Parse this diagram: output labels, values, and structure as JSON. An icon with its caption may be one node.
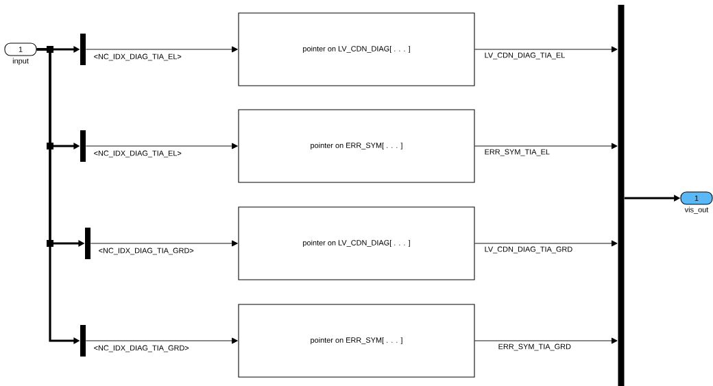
{
  "diagram": {
    "nodes": [
      {
        "text": [
          "1"
        ],
        "beside": [
          "input"
        ]
      },
      {
        "text": [],
        "shape": "bar"
      },
      {
        "text": [],
        "shape": "bar"
      },
      {
        "text": [],
        "shape": "bar"
      },
      {
        "text": [],
        "shape": "bar"
      },
      {
        "text": [
          "pointer on LV_CDN_DIAG[ . . . ]"
        ]
      },
      {
        "text": [
          "pointer on ERR_SYM[ . . . ]"
        ]
      },
      {
        "text": [
          "pointer on LV_CDN_DIAG[ . . . ]"
        ]
      },
      {
        "text": [
          "pointer on ERR_SYM[ . . . ]"
        ]
      },
      {
        "text": [],
        "shape": "bar"
      },
      {
        "text": [
          "1"
        ],
        "beside": [
          "vis_out"
        ]
      }
    ],
    "edges": [
      {
        "from": 0,
        "to": 1,
        "arrow": "to",
        "style": "thick"
      },
      {
        "from": 0,
        "to": 2,
        "arrow": "to",
        "style": "thick"
      },
      {
        "from": 0,
        "to": 3,
        "arrow": "to",
        "style": "thick"
      },
      {
        "from": 0,
        "to": 4,
        "arrow": "to",
        "style": "thick"
      },
      {
        "from": 1,
        "to": 5,
        "arrow": "to",
        "label": "<NC_IDX_DIAG_TIA_EL>"
      },
      {
        "from": 2,
        "to": 6,
        "arrow": "to",
        "label": "<NC_IDX_DIAG_TIA_EL>"
      },
      {
        "from": 3,
        "to": 7,
        "arrow": "to",
        "label": "<NC_IDX_DIAG_TIA_GRD>"
      },
      {
        "from": 4,
        "to": 8,
        "arrow": "to",
        "label": "<NC_IDX_DIAG_TIA_GRD>"
      },
      {
        "from": 5,
        "to": 9,
        "arrow": "to",
        "label": "LV_CDN_DIAG_TIA_EL"
      },
      {
        "from": 6,
        "to": 9,
        "arrow": "to",
        "label": "ERR_SYM_TIA_EL"
      },
      {
        "from": 7,
        "to": 9,
        "arrow": "to",
        "label": "LV_CDN_DIAG_TIA_GRD"
      },
      {
        "from": 8,
        "to": 9,
        "arrow": "to",
        "label": "ERR_SYM_TIA_GRD"
      },
      {
        "from": 9,
        "to": 10,
        "arrow": "to",
        "style": "thick"
      }
    ]
  }
}
